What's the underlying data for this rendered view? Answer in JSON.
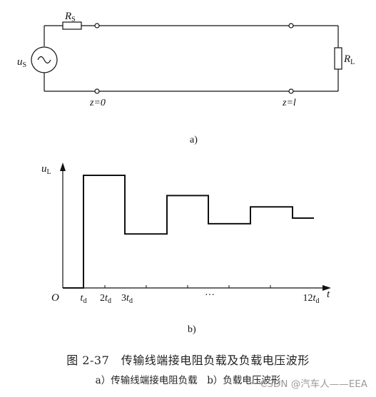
{
  "diagram_a": {
    "source_label": "u",
    "source_sub": "S",
    "series_resistor_label": "R",
    "series_resistor_sub": "S",
    "load_label": "R",
    "load_sub": "L",
    "pos_start": "z=0",
    "pos_end": "z=l",
    "panel_label": "a)"
  },
  "diagram_b": {
    "y_axis_label": "u",
    "y_axis_sub": "L",
    "x_axis_label": "t",
    "origin_label": "O",
    "ticks": [
      {
        "pre": "",
        "base": "t",
        "sub": "d"
      },
      {
        "pre": "2",
        "base": "t",
        "sub": "d"
      },
      {
        "pre": "3",
        "base": "t",
        "sub": "d"
      },
      {
        "pre": "",
        "base": "···",
        "sub": ""
      },
      {
        "pre": "12",
        "base": "t",
        "sub": "d"
      }
    ],
    "panel_label": "b)",
    "waveform_levels": [
      0,
      1,
      0.48,
      0.82,
      0.57,
      0.72,
      0.62
    ]
  },
  "caption": {
    "main": "图 2-37　传输线端接电阻负载及负载电压波形",
    "sub": "a）传输线端接电阻负载　b）负载电压波形"
  },
  "watermark": "CSDN @汽车人——EEA"
}
